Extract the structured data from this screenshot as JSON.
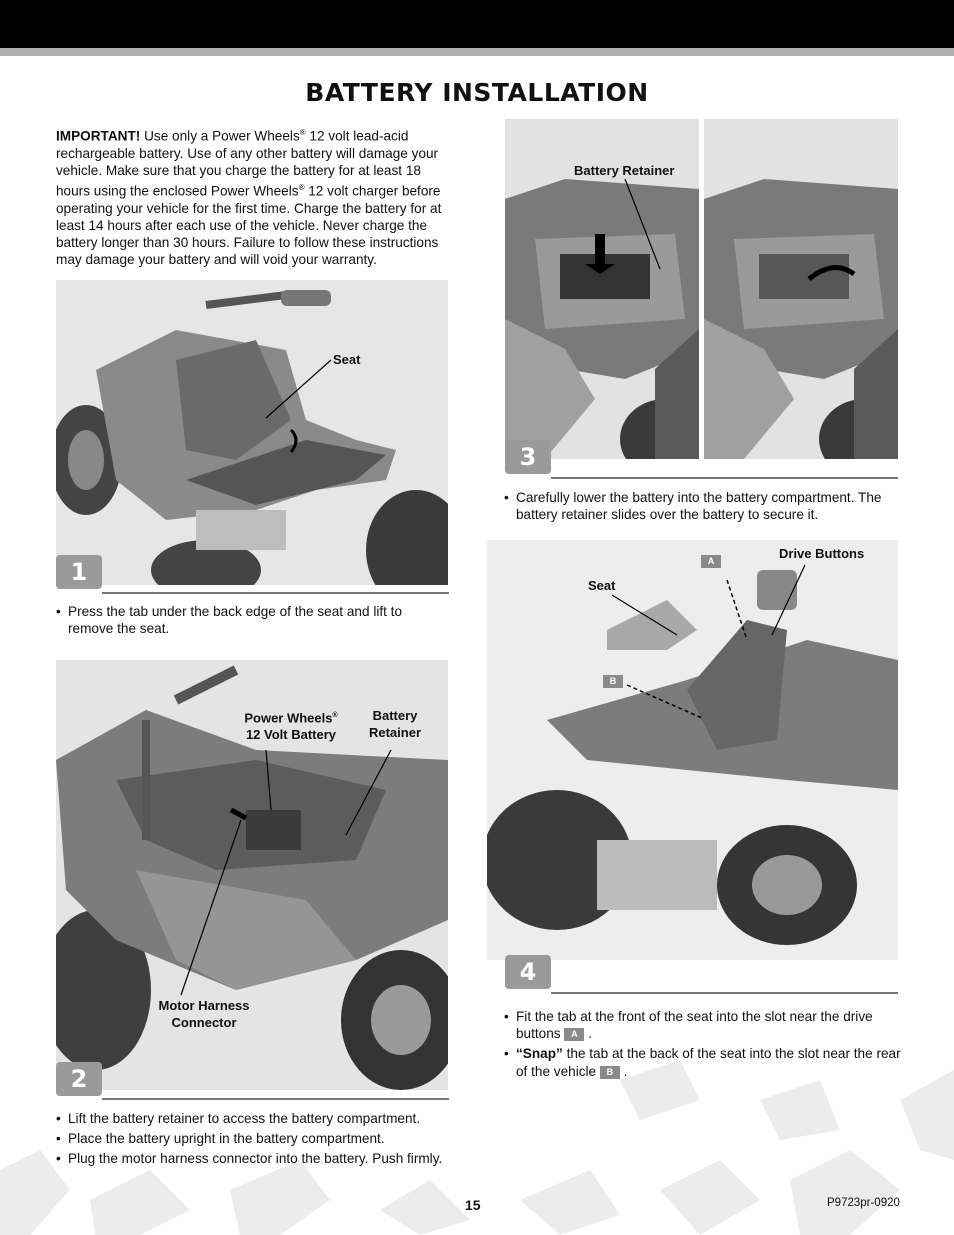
{
  "header": {
    "title": "BATTERY INSTALLATION"
  },
  "intro": {
    "lead": "IMPORTANT!",
    "p1": " Use only a Power Wheels",
    "reg": "®",
    "p2": " 12 volt lead-acid rechargeable battery. Use of any other battery will damage your vehicle. Make sure that you charge the battery for at least 18 hours using the enclosed Power Wheels",
    "p3": " 12 volt charger before operating your vehicle for the first time. Charge the battery for at least 14 hours after each use of the vehicle. Never charge the battery longer than 30 hours. Failure to follow these instructions may damage your battery and will void your warranty."
  },
  "step1": {
    "number": "1",
    "callout_seat": "Seat",
    "bullets": [
      "Press the tab under the back edge of the seat and lift to remove the seat."
    ]
  },
  "step2": {
    "number": "2",
    "callout_battery_line1": "Power Wheels",
    "callout_battery_reg": "®",
    "callout_battery_line2": "12 Volt Battery",
    "callout_retainer_line1": "Battery",
    "callout_retainer_line2": "Retainer",
    "callout_motor_line1": "Motor Harness",
    "callout_motor_line2": "Connector",
    "bullets": [
      "Lift the battery retainer to access the battery compartment.",
      "Place the battery upright in the battery compartment.",
      "Plug the motor harness connector into the battery. Push firmly."
    ]
  },
  "step3": {
    "number": "3",
    "callout_retainer": "Battery Retainer",
    "bullets": [
      "Carefully lower the battery into the battery compartment. The battery retainer slides over the battery to secure it."
    ]
  },
  "step4": {
    "number": "4",
    "callout_seat": "Seat",
    "callout_drive": "Drive Buttons",
    "marker_a": "A",
    "marker_b": "B",
    "bullet1_a": "Fit the tab at the front of the seat into the slot near the drive buttons",
    "bullet1_end": ".",
    "bullet2_snap": "“Snap”",
    "bullet2_b": " the tab at the back of the seat into the slot near the rear of the vehicle",
    "bullet2_end": "."
  },
  "footer": {
    "page": "15",
    "code": "P9723pr-0920"
  }
}
